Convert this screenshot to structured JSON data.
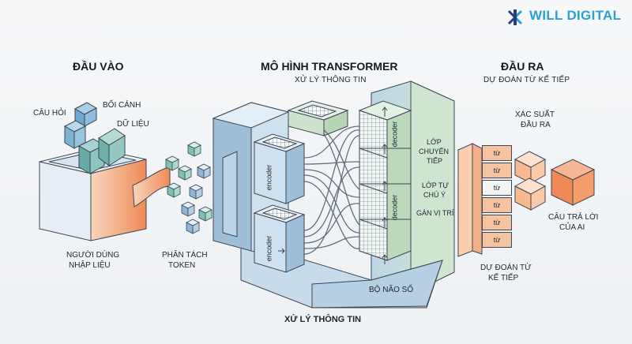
{
  "brand": {
    "name": "WILL DIGITAL",
    "logo_color": "#2a9fd8",
    "logo_dark": "#2b3f7a"
  },
  "input": {
    "title": "ĐẦU VÀO",
    "q": "CÂU HỎI",
    "context": "BỐI CẢNH",
    "data": "DỮ LIỆU",
    "user_line1": "NGƯỜI DÙNG",
    "user_line2": "NHẬP LIỆU"
  },
  "token": {
    "line1": "PHÂN TÁCH",
    "line2": "TOKEN"
  },
  "model": {
    "title": "MÔ HÌNH TRANSFORMER",
    "subtitle": "XỬ LÝ THÔNG TIN",
    "encoder": "encoder",
    "decoder": "decoder",
    "layer_ff_1": "LỚP",
    "layer_ff_2": "CHUYỂN",
    "layer_ff_3": "TIẾP",
    "layer_attn_1": "LỚP TỰ",
    "layer_attn_2": "CHÚ Ý",
    "pos": "GÁN VỊ TRÍ",
    "brain": "BỘ NÃO SỐ",
    "bottom": "XỬ LÝ THÔNG TIN"
  },
  "output": {
    "title": "ĐẦU RA",
    "subtitle": "DỰ ĐOÁN TỪ KẾ TIẾP",
    "prob_1": "XÁC SUẤT",
    "prob_2": "ĐẦU RA",
    "word": "từ",
    "answer_1": "CÂU TRẢ LỜI",
    "answer_2": "CỦA AI",
    "next_1": "DỰ ĐOÁN TỪ",
    "next_2": "KẾ TIẾP"
  },
  "colors": {
    "blue_face": "#cfe0ee",
    "blue_side": "#9fbfd8",
    "green_face": "#d6ead2",
    "orange": "#f08a57",
    "orange_light": "#fbcfae"
  }
}
